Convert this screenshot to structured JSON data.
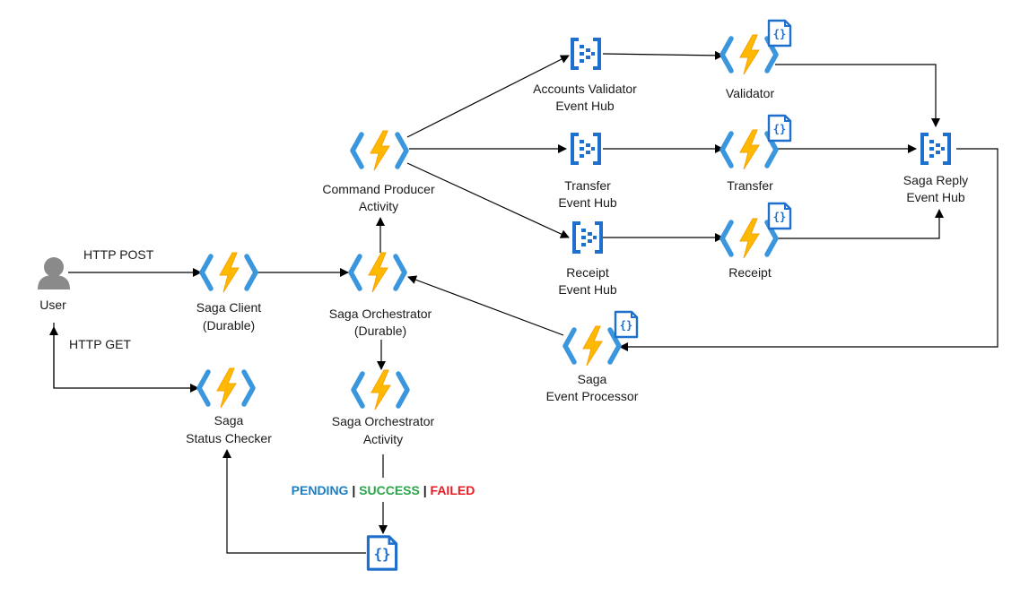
{
  "nodes": {
    "user": {
      "label": "User",
      "icon": "user-icon"
    },
    "saga_client": {
      "line1": "Saga Client",
      "line2": "(Durable)",
      "icon": "azure-function-icon"
    },
    "saga_orchestrator": {
      "line1": "Saga Orchestrator",
      "line2": "(Durable)",
      "icon": "azure-function-icon"
    },
    "command_producer": {
      "line1": "Command Producer",
      "line2": "Activity",
      "icon": "azure-function-icon"
    },
    "status_checker": {
      "line1": "Saga",
      "line2": "Status Checker",
      "icon": "azure-function-icon"
    },
    "orchestrator_activity": {
      "line1": "Saga Orchestrator",
      "line2": "Activity",
      "icon": "azure-function-icon"
    },
    "accounts_validator_hub": {
      "line1": "Accounts Validator",
      "line2": "Event Hub",
      "icon": "event-hub-icon"
    },
    "transfer_hub": {
      "line1": "Transfer",
      "line2": "Event Hub",
      "icon": "event-hub-icon"
    },
    "receipt_hub": {
      "line1": "Receipt",
      "line2": "Event Hub",
      "icon": "event-hub-icon"
    },
    "validator": {
      "label": "Validator",
      "icon": "azure-function-icon"
    },
    "transfer": {
      "label": "Transfer",
      "icon": "azure-function-icon"
    },
    "receipt": {
      "label": "Receipt",
      "icon": "azure-function-icon"
    },
    "saga_reply_hub": {
      "line1": "Saga Reply",
      "line2": "Event Hub",
      "icon": "event-hub-icon"
    },
    "event_processor": {
      "line1": "Saga",
      "line2": "Event Processor",
      "icon": "azure-function-icon"
    },
    "state_store": {
      "icon": "json-document-icon"
    }
  },
  "edges": {
    "http_post": "HTTP POST",
    "http_get": "HTTP GET"
  },
  "status": {
    "pending": "PENDING",
    "sep1": " | ",
    "success": "SUCCESS",
    "sep2": " | ",
    "failed": "FAILED"
  },
  "colors": {
    "function_blue": "#3a96dd",
    "lightning_yellow": "#ffb900",
    "lightning_orange": "#f7a100",
    "hub_blue": "#1f6fcc",
    "user_gray": "#8a8a8a",
    "pending": "#1a7fc4",
    "success": "#2aa54a",
    "failed": "#e81b23"
  }
}
